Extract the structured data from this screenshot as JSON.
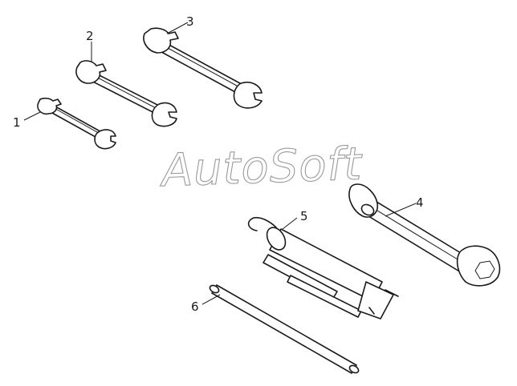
{
  "watermark": "AutoSoft",
  "callouts": [
    {
      "id": "1",
      "text": "1"
    },
    {
      "id": "2",
      "text": "2"
    },
    {
      "id": "3",
      "text": "3"
    },
    {
      "id": "4",
      "text": "4"
    },
    {
      "id": "5",
      "text": "5"
    },
    {
      "id": "6",
      "text": "6"
    }
  ],
  "parts": [
    {
      "callout": "1",
      "icon": "small-open-end-wrench"
    },
    {
      "callout": "2",
      "icon": "medium-open-end-wrench"
    },
    {
      "callout": "3",
      "icon": "large-open-end-wrench"
    },
    {
      "callout": "4",
      "icon": "socket-wrench"
    },
    {
      "callout": "5",
      "icon": "grease-gun"
    },
    {
      "callout": "6",
      "icon": "tommy-bar"
    }
  ]
}
